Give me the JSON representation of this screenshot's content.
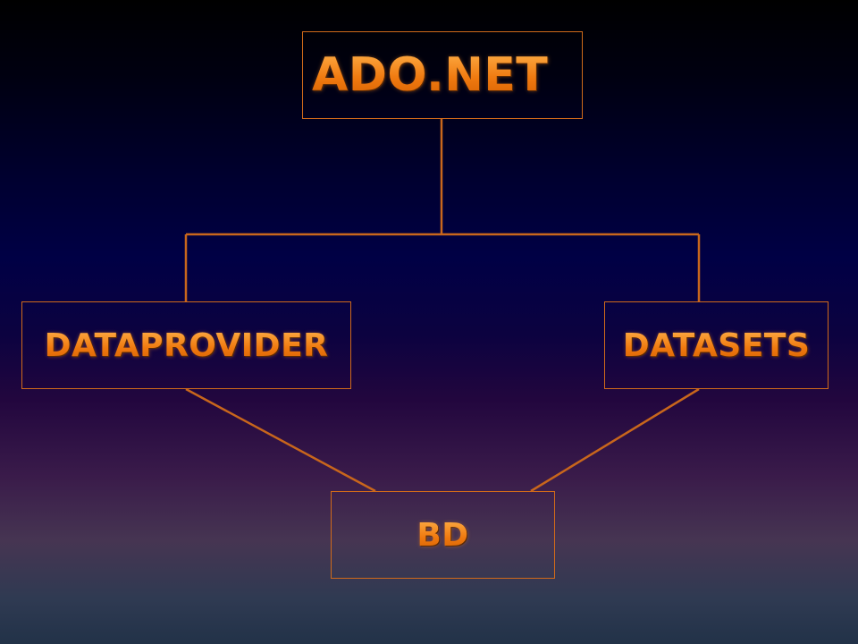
{
  "diagram": {
    "nodes": {
      "root": {
        "label": "ADO.NET"
      },
      "left": {
        "label": "DATAPROVIDER"
      },
      "right": {
        "label": "DATASETS"
      },
      "bottom": {
        "label": "BD"
      }
    },
    "edges": [
      {
        "from": "root",
        "to": "left"
      },
      {
        "from": "root",
        "to": "right"
      },
      {
        "from": "left",
        "to": "bottom"
      },
      {
        "from": "right",
        "to": "bottom"
      }
    ]
  },
  "colors": {
    "accent": "#f07a12",
    "connector": "#c8661c",
    "box_border": "#d06a1a"
  }
}
